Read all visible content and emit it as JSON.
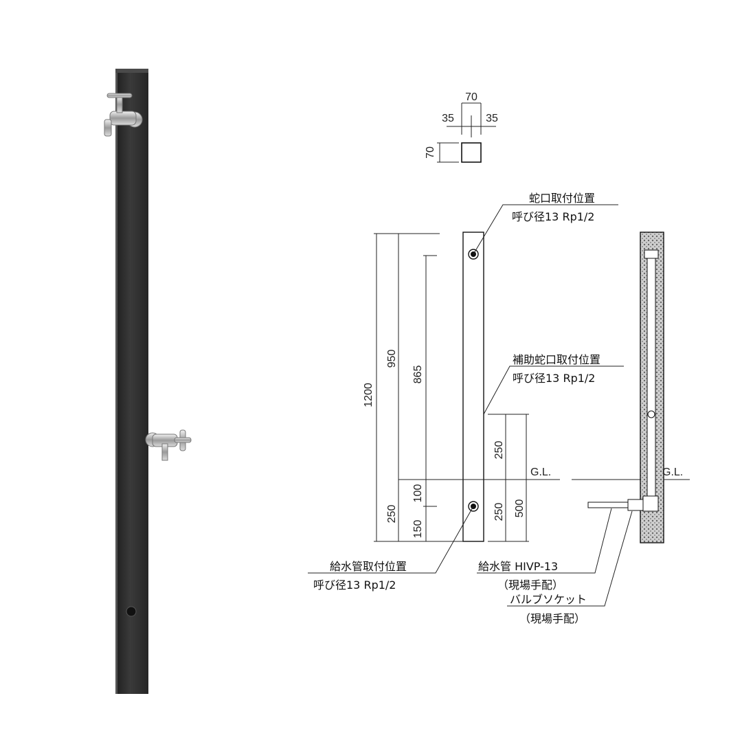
{
  "section": {
    "width_total": "70",
    "half_left": "35",
    "half_right": "35",
    "height": "70"
  },
  "dims": {
    "overall": "1200",
    "above_ground_faucet": "950",
    "above_ground_aux": "865",
    "underground": "250",
    "supply_to_gl": "100",
    "supply_to_bottom": "150",
    "side_above_gl": "250",
    "side_below_gl_a": "250",
    "side_below_gl_b": "500"
  },
  "labels": {
    "faucet_title": "蛇口取付位置",
    "faucet_size": "呼び径13 Rp1/2",
    "aux_title": "補助蛇口取付位置",
    "aux_size": "呼び径13 Rp1/2",
    "supply_title": "給水管取付位置",
    "supply_size": "呼び径13 Rp1/2",
    "gl_left": "G.L.",
    "gl_right": "G.L.",
    "pipe_title": "給水管 HIVP-13",
    "pipe_note": "（現場手配）",
    "socket_title": "バルブソケット",
    "socket_note": "（現場手配）"
  },
  "colors": {
    "post": "#2e2e2e",
    "line": "#222222"
  }
}
